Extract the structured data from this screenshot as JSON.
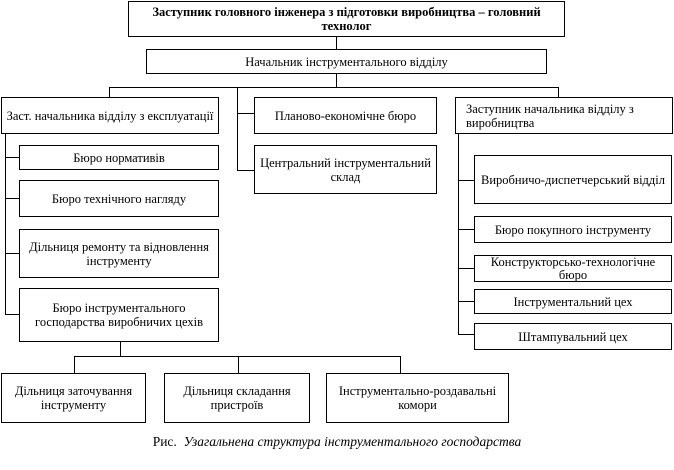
{
  "diagram": {
    "top": "Заступник головного інженера з підготовки виробництва – головний технолог",
    "head": "Начальник інструментального відділу",
    "left_branch": {
      "title": "Заст. начальника відділу з експлуатації",
      "items": [
        "Бюро нормативів",
        "Бюро технічного нагляду",
        "Дільниця ремонту та відновлення інструменту",
        "Бюро інструментального господарства виробничих цехів"
      ],
      "bottom": [
        "Дільниця заточування інструменту",
        "Дільниця складання пристроїв",
        "Інструментально-роздавальні комори"
      ]
    },
    "middle_branch": [
      "Планово-економічне бюро",
      "Центральний інструментальний склад"
    ],
    "right_branch": {
      "title": "Заступник начальника відділу з виробництва",
      "items": [
        "Виробничо-диспетчерський відділ",
        "Бюро покупного інструменту",
        "Конструкторсько-технологічне бюро",
        "Інструментальний цех",
        "Штампувальний цех"
      ]
    }
  },
  "caption": {
    "label": "Рис.",
    "text": "Узагальнена структура інструментального господарства"
  }
}
